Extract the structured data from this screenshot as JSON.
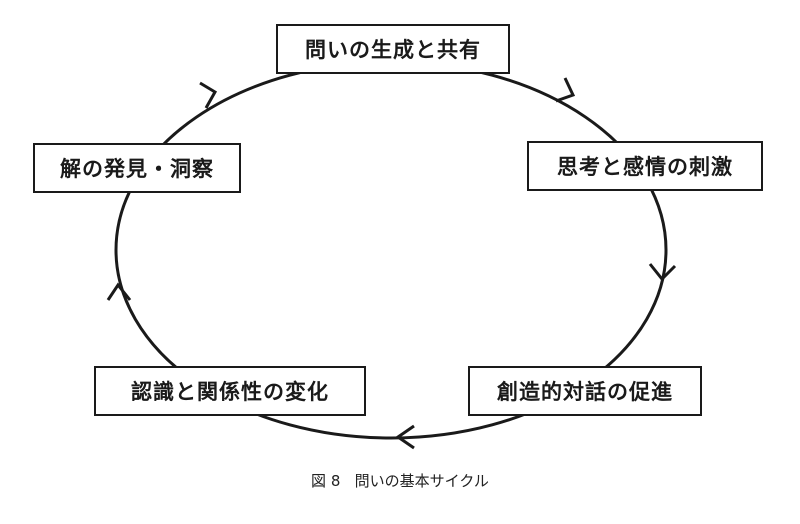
{
  "colors": {
    "stroke": "#1a1a1a",
    "background": "#ffffff"
  },
  "nodes": [
    {
      "label": "問いの生成と共有"
    },
    {
      "label": "思考と感情の刺激"
    },
    {
      "label": "創造的対話の促進"
    },
    {
      "label": "認識と関係性の変化"
    },
    {
      "label": "解の発見・洞察"
    }
  ],
  "cycle": {
    "direction": "clockwise",
    "arrow_icon": "chevron-arrow-icon"
  },
  "caption": {
    "number": "図 8",
    "title": "問いの基本サイクル"
  }
}
